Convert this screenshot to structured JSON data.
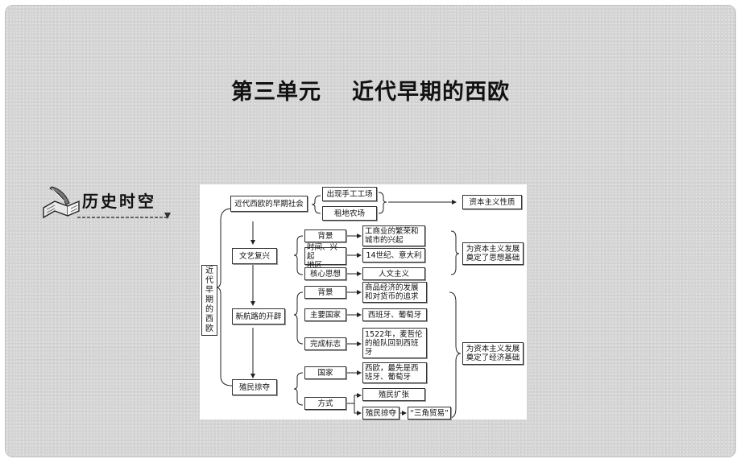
{
  "title": {
    "main": "第三单元",
    "sub": "近代早期的西欧"
  },
  "badge": {
    "label": "历史时空",
    "icon": "open-book-quill-icon"
  },
  "diagram": {
    "root": "近\n代\n早\n期\n的\n西\n欧",
    "society": {
      "label": "近代西欧的早期社会",
      "items": [
        "出现手工工场",
        "租地农场"
      ],
      "result": "资本主义性质"
    },
    "renaissance": {
      "label": "文艺复兴",
      "rows": [
        {
          "key": "背景",
          "value": "工商业的繁荣和\n城市的兴起"
        },
        {
          "key": "时间、兴起\n地区",
          "value": "14世纪、意大利"
        },
        {
          "key": "核心思想",
          "value": "人文主义"
        }
      ],
      "result": "为资本主义发展\n奠定了思想基础"
    },
    "voyages": {
      "label": "新航路的开辟",
      "rows": [
        {
          "key": "背景",
          "value": "商品经济的发展\n和对货币的追求"
        },
        {
          "key": "主要国家",
          "value": "西班牙、葡萄牙"
        },
        {
          "key": "完成标志",
          "value": "1522年，麦哲伦\n的船队回到西班\n牙"
        }
      ]
    },
    "colonial": {
      "label": "殖民掠夺",
      "rows": [
        {
          "key": "国家",
          "value": "西欧，最先是西\n班牙、葡萄牙"
        },
        {
          "key": "方式",
          "values": [
            "殖民扩张",
            "殖民掠夺",
            "“三角贸易”"
          ]
        }
      ]
    },
    "economic_result": "为资本主义发展\n奠定了经济基础"
  }
}
